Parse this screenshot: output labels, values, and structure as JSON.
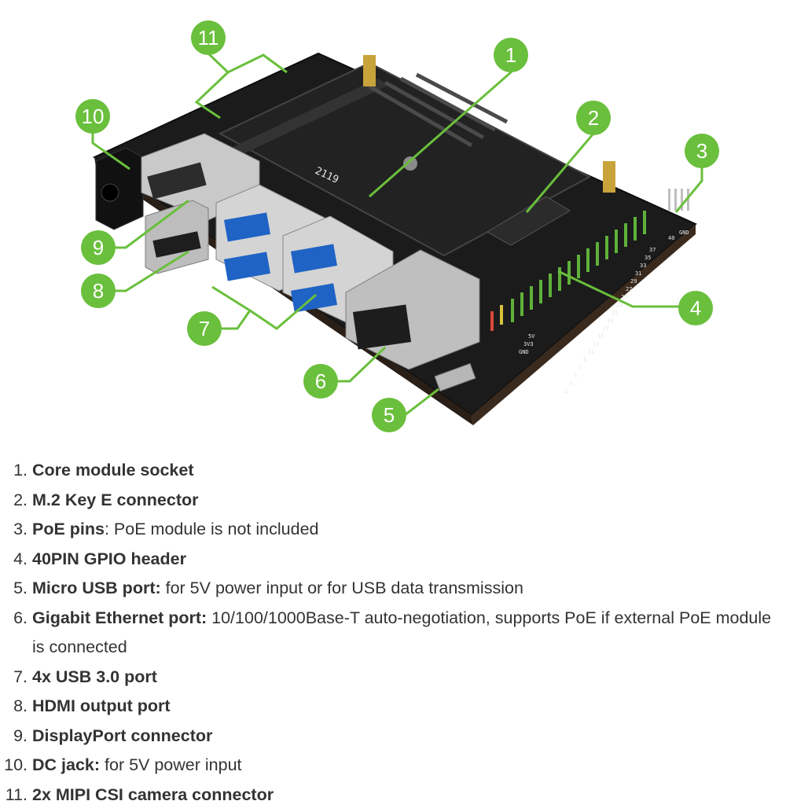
{
  "board_print": "2119",
  "header_marks": {
    "top": [
      "40",
      "GND"
    ],
    "pins": [
      "37",
      "35",
      "33",
      "31",
      "29",
      "27",
      "25",
      "23",
      "21",
      "19",
      "17",
      "15",
      "13",
      "11",
      "9",
      "7",
      "5",
      "3",
      "1"
    ],
    "bottom": [
      "5V",
      "3V3",
      "GND"
    ]
  },
  "callouts": [
    "1",
    "2",
    "3",
    "4",
    "5",
    "6",
    "7",
    "8",
    "9",
    "10",
    "11"
  ],
  "accent_color": "#6abf3c",
  "items": [
    {
      "num": "1.",
      "title": "Core module socket",
      "desc": ""
    },
    {
      "num": "2.",
      "title": "M.2 Key E connector",
      "desc": ""
    },
    {
      "num": "3.",
      "title": "PoE pins",
      "desc": ": PoE module is not included"
    },
    {
      "num": "4.",
      "title": "40PIN GPIO header",
      "desc": ""
    },
    {
      "num": "5.",
      "title": "Micro USB port:",
      "desc": " for 5V power input or for USB data transmission"
    },
    {
      "num": "6.",
      "title": "Gigabit Ethernet port:",
      "desc": " 10/100/1000Base-T auto-negotiation, supports PoE if external PoE module is connected"
    },
    {
      "num": "7.",
      "title": "4x USB 3.0 port",
      "desc": ""
    },
    {
      "num": "8.",
      "title": "HDMI output port",
      "desc": ""
    },
    {
      "num": "9.",
      "title": "DisplayPort connector",
      "desc": ""
    },
    {
      "num": "10.",
      "title": "DC jack:",
      "desc": " for 5V power input"
    },
    {
      "num": "11.",
      "title": "2x MIPI CSI camera connector",
      "desc": ""
    }
  ]
}
